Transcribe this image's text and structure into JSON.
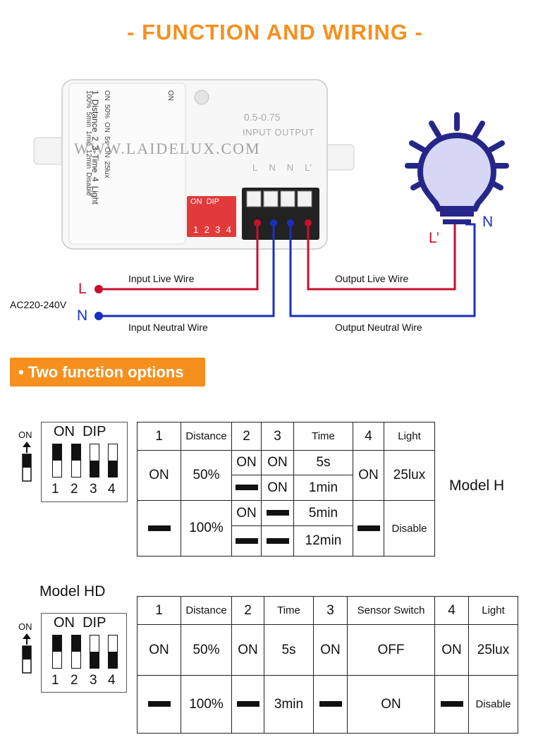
{
  "title": "- FUNCTION AND WIRING -",
  "device": {
    "label_cols": [
      "1",
      "Distance",
      "2",
      "3",
      "Time",
      "4",
      "Light"
    ],
    "label_rows": [
      "ON",
      "50%",
      "ON",
      "5s",
      "ON",
      "25lux",
      "100%",
      "5min",
      "1min",
      "12min",
      "Disable"
    ],
    "switch_indicator": "ON",
    "terminal_range": "0.5-0.75",
    "input_output": "INPUT OUTPUT",
    "terminals": [
      "L",
      "N",
      "N",
      "L'"
    ],
    "dip_label": "ON  DIP",
    "dip_numbers": [
      "1",
      "2",
      "3",
      "4"
    ],
    "watermark": "WWW.LAIDELUX.COM"
  },
  "wiring": {
    "supply": "AC220-240V",
    "live_letter": "L",
    "neutral_letter": "N",
    "input_live": "Input Live Wire",
    "input_neutral": "Input Neutral Wire",
    "output_live": "Output Live Wire",
    "output_neutral": "Output Neutral Wire",
    "lamp_live": "L’",
    "lamp_neutral": "N",
    "live_color": "#c8102e",
    "neutral_color": "#1a2fbf"
  },
  "section_badge": "• Two function options",
  "model_h": {
    "name": "Model H",
    "dip": {
      "on_label": "ON",
      "title": "ON  DIP",
      "numbers": [
        "1",
        "2",
        "3",
        "4"
      ],
      "positions": [
        "up",
        "up",
        "down",
        "down"
      ]
    },
    "headers": [
      "1",
      "Distance",
      "2",
      "3",
      "Time",
      "4",
      "Light"
    ],
    "rows": {
      "on": "ON",
      "50": "50%",
      "r1_2": "ON",
      "r1_3": "ON",
      "r1_time": "5s",
      "r2_3": "ON",
      "r2_time": "1min",
      "on4": "ON",
      "lux": "25lux",
      "d100": "100%",
      "r3_2": "ON",
      "r3_time": "5min",
      "r4_time": "12min",
      "disable": "Disable"
    }
  },
  "model_hd": {
    "name": "Model HD",
    "dip": {
      "on_label": "ON",
      "title": "ON  DIP",
      "numbers": [
        "1",
        "2",
        "3",
        "4"
      ],
      "positions": [
        "up",
        "up",
        "down",
        "down"
      ]
    },
    "headers": [
      "1",
      "Distance",
      "2",
      "Time",
      "3",
      "Sensor Switch",
      "4",
      "Light"
    ],
    "row1": [
      "ON",
      "50%",
      "ON",
      "5s",
      "ON",
      "OFF",
      "ON",
      "25lux"
    ],
    "row2": {
      "dist": "100%",
      "time": "3min",
      "sensor": "ON",
      "light": "Disable"
    }
  }
}
